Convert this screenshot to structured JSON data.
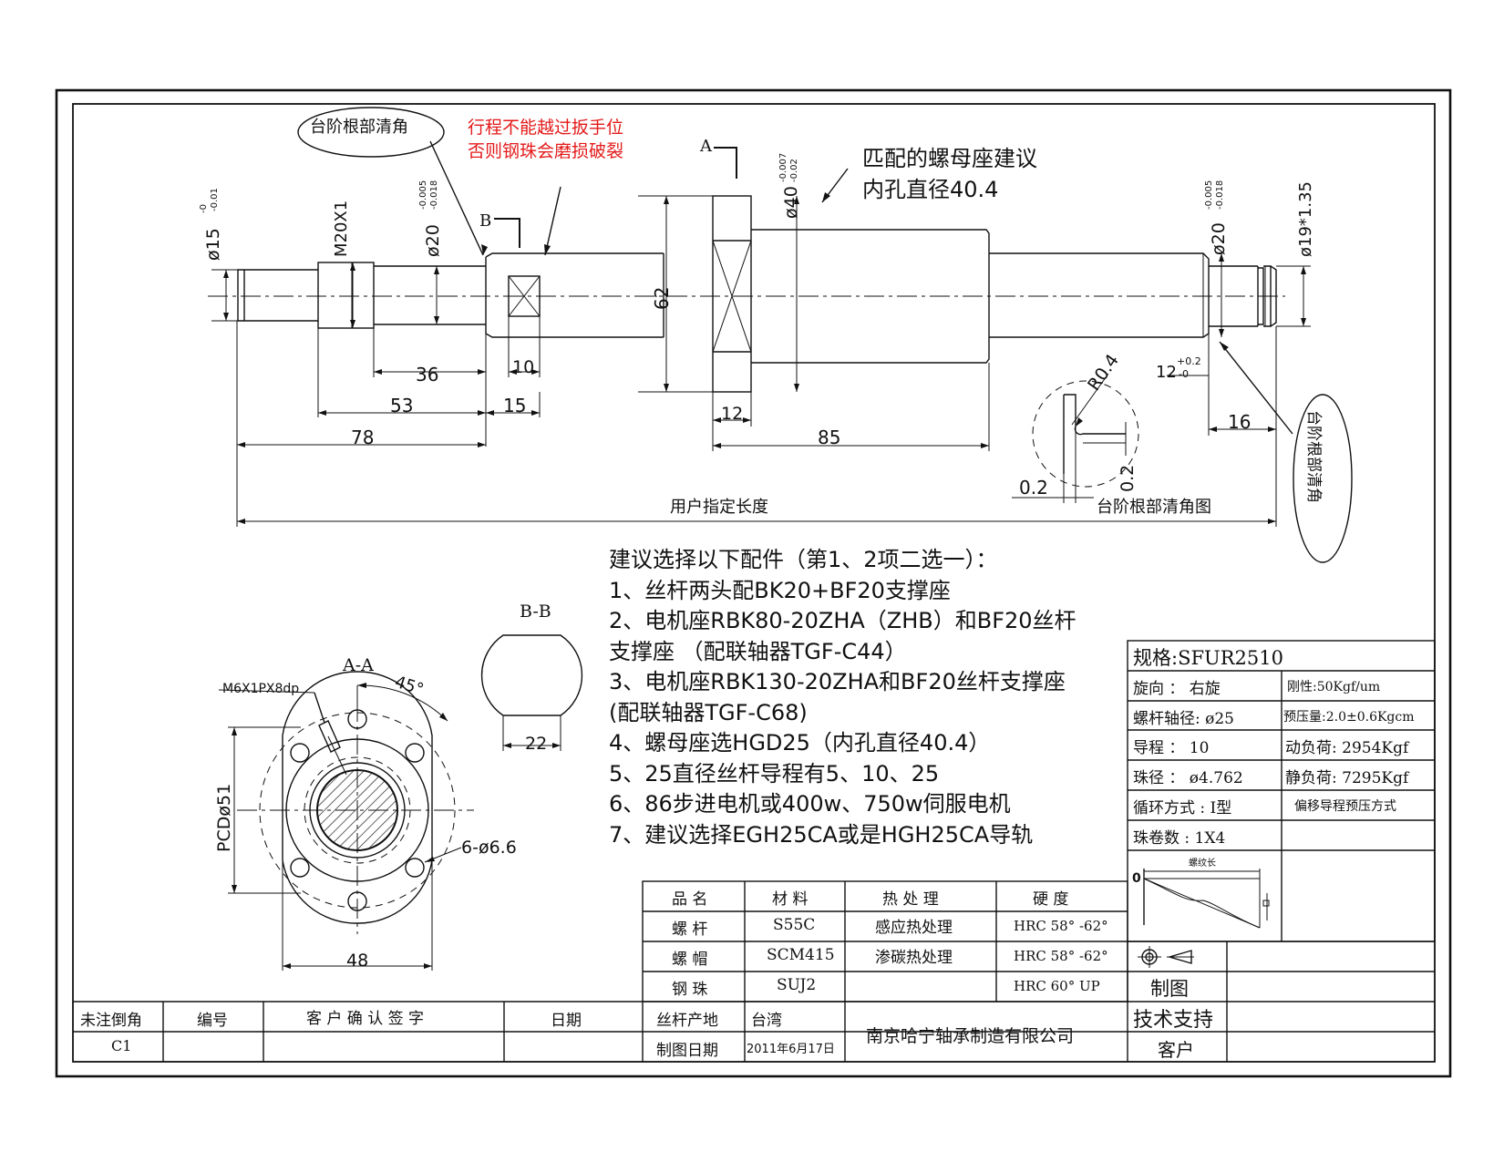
{
  "annotations": {
    "chamfer_note_left": "台阶根部清角",
    "red_warning_line1": "行程不能越过扳手位",
    "red_warning_line2": "否则钢珠会磨损破裂",
    "matching_nut_line1": "匹配的螺母座建议",
    "matching_nut_line2": "内孔直径40.4",
    "section_a_mark": "A",
    "section_b_mark": "B",
    "chamfer_note_right": "台阶根部清角",
    "chamfer_detail_label": "台阶根部清角图",
    "user_length": "用户指定长度"
  },
  "dimensions": {
    "d15": "ø15",
    "d15_tol_upper": "-0",
    "d15_tol_lower": "-0.01",
    "m20": "M20X1",
    "d20_left": "ø20",
    "d20_left_tol_upper": "-0.005",
    "d20_left_tol_lower": "-0.018",
    "d40": "ø40",
    "d40_tol_upper": "-0.007",
    "d40_tol_lower": "-0.02",
    "d20_right": "ø20",
    "d20_right_tol_upper": "-0.005",
    "d20_right_tol_lower": "-0.018",
    "d19": "ø19*1.35",
    "dim62": "62",
    "dim36": "36",
    "dim10": "10",
    "dim53": "53",
    "dim15": "15",
    "dim78": "78",
    "dim12": "12",
    "dim85": "85",
    "dim12_right": "12",
    "dim12_tol_upper": "+0.2",
    "dim12_tol_lower": "-0",
    "dim16": "16",
    "r04": "R0.4",
    "d02_h": "0.2",
    "d02_v": "0.2",
    "bb_title": "B-B",
    "bb_width": "22",
    "aa_title": "A-A",
    "aa_thread": "M6X1PX8dp",
    "aa_angle": "45°",
    "aa_pcd": "PCDø51",
    "aa_holes": "6-ø6.6",
    "aa_width": "48"
  },
  "recommendations": [
    "建议选择以下配件（第1、2项二选一）：",
    "1、丝杆两头配BK20+BF20支撑座",
    "2、电机座RBK80-20ZHA（ZHB）和BF20丝杆",
    "支撑座 （配联轴器TGF-C44）",
    "3、电机座RBK130-20ZHA和BF20丝杆支撑座",
    "(配联轴器TGF-C68)",
    "4、螺母座选HGD25（内孔直径40.4）",
    "5、25直径丝杆导程有5、10、25",
    "6、86步进电机或400w、750w伺服电机",
    "7、建议选择EGH25CA或是HGH25CA导轨"
  ],
  "spec_table": {
    "spec": "规格:SFUR2510",
    "rows": [
      [
        "旋向 ： 右旋",
        "刚性:50Kgf/um"
      ],
      [
        "螺杆轴径: ø25",
        "预压量:2.0±0.6Kgcm"
      ],
      [
        "导程 ： 10",
        "动负荷: 2954Kgf"
      ],
      [
        "珠径 ： ø4.762",
        "静负荷: 7295Kgf"
      ],
      [
        "循环方式 : I型",
        "偏移导程预压方式"
      ],
      [
        "珠卷数 : 1X4",
        ""
      ]
    ],
    "thread_length_label": "螺纹长",
    "graph_zero": "0"
  },
  "material_table": {
    "headers": [
      "品 名",
      "材 料",
      "热 处 理",
      "硬 度"
    ],
    "rows": [
      [
        "螺 杆",
        "S55C",
        "感应热处理",
        "HRC 58° -62°"
      ],
      [
        "螺 帽",
        "SCM415",
        "渗碳热处理",
        "HRC 58° -62°"
      ],
      [
        "钢 珠",
        "SUJ2",
        "",
        "HRC 60°  UP"
      ]
    ]
  },
  "title_block": {
    "draw": "制图",
    "tech": "技术支持",
    "customer": "客户",
    "origin_label": "丝杆产地",
    "origin_value": "台湾",
    "date_label": "制图日期",
    "date_value": "2011年6月17日",
    "company": "南京哈宁轴承制造有限公司"
  },
  "bottom_table": {
    "headers": [
      "未注倒角",
      "编号",
      "客 户 确 认 签 字",
      "日期"
    ],
    "values": [
      "C1",
      "",
      "",
      ""
    ]
  }
}
